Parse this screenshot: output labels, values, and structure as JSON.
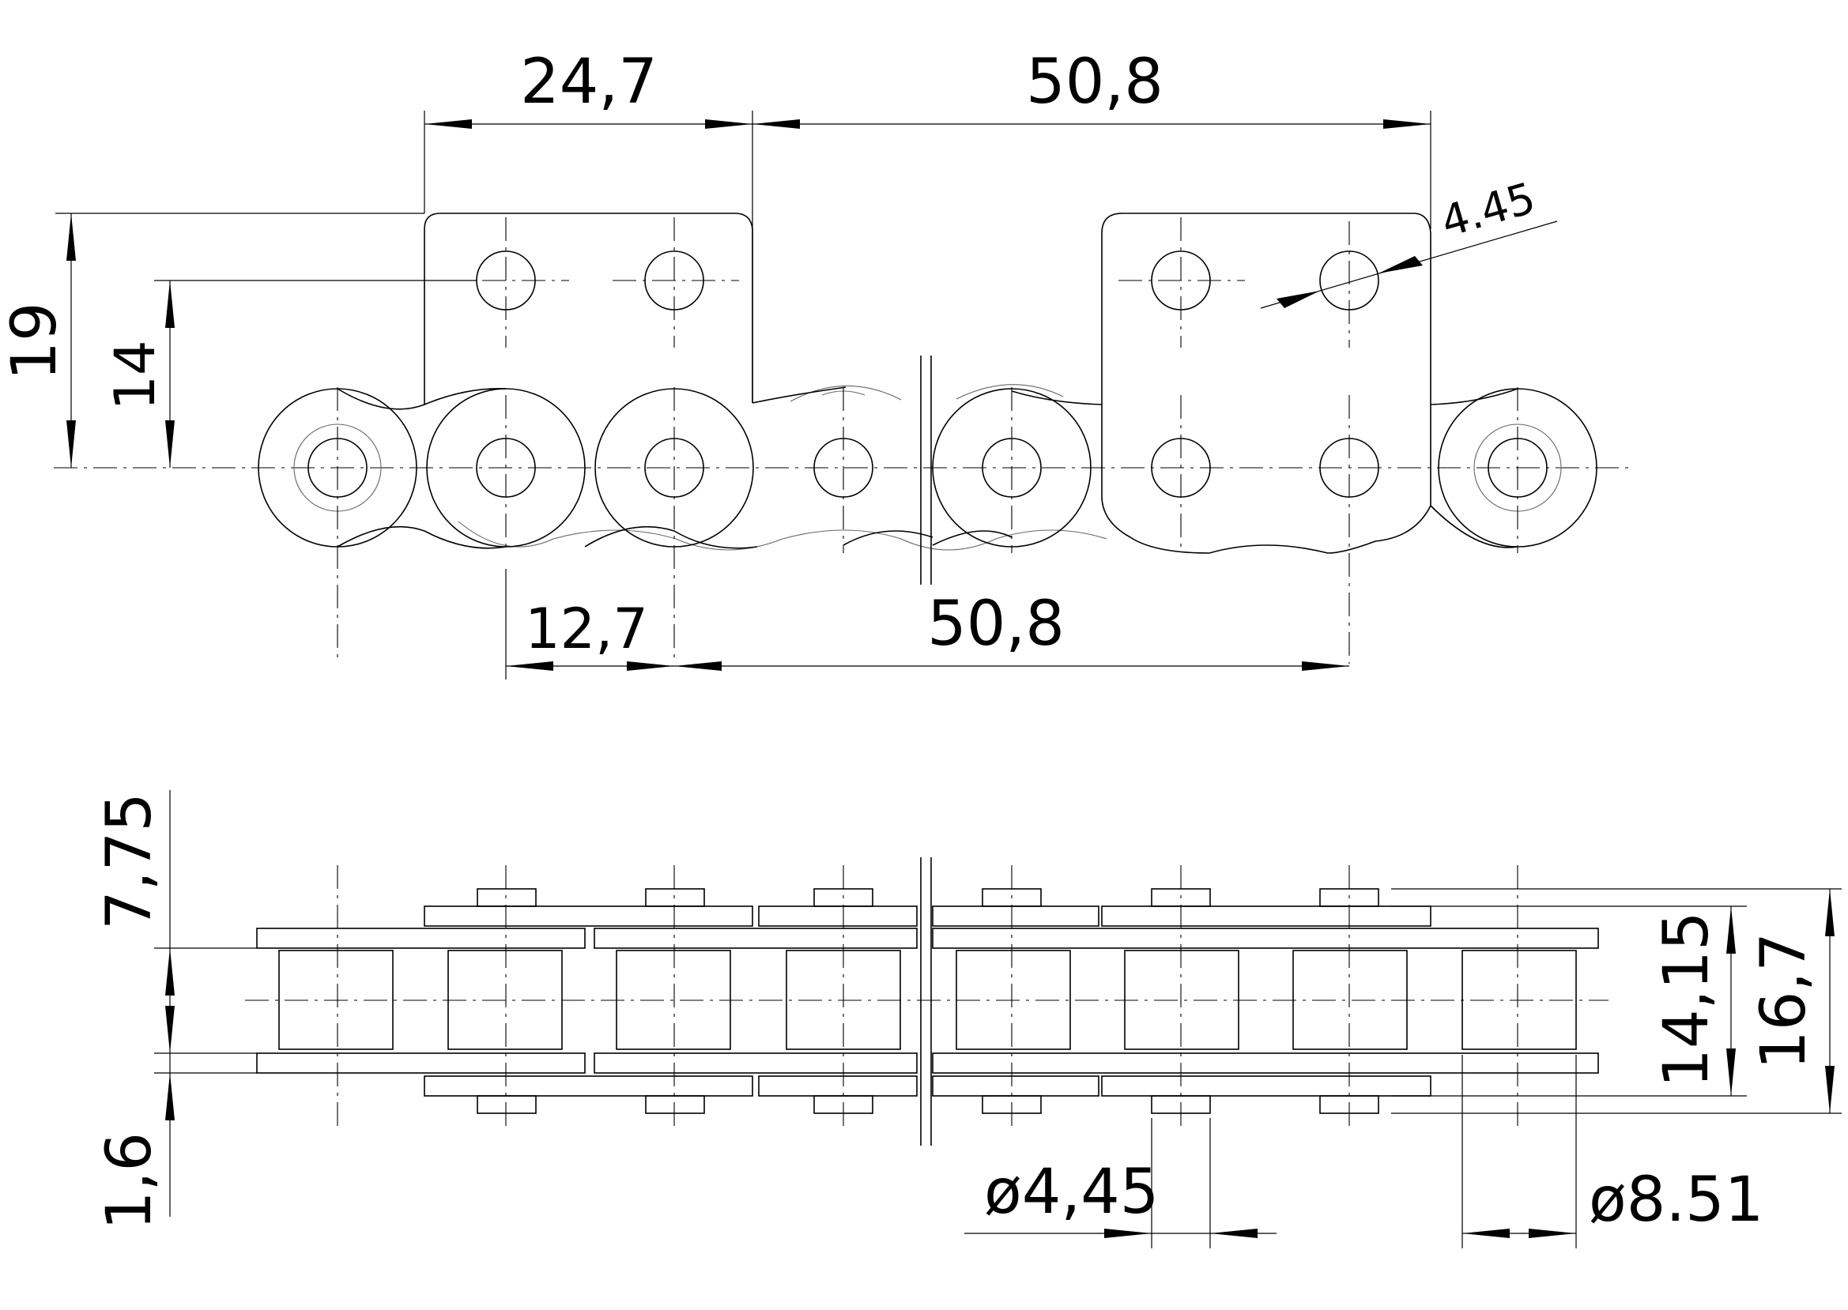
{
  "drawing": {
    "top_view": {
      "dim_lug_offset": "24,7",
      "dim_lug_spacing": "50,8",
      "dim_hole_diameter": "4.45",
      "dim_total_height": "19",
      "dim_hole_height": "14",
      "dim_pitch": "12,7",
      "dim_lug_pitch": "50,8"
    },
    "side_view": {
      "dim_inner_width": "7,75",
      "dim_plate_thickness": "1,6",
      "dim_pin_diameter": "ø4,45",
      "dim_roller_diameter": "ø8.51",
      "dim_inner_overall": "14,15",
      "dim_overall_width": "16,7"
    }
  }
}
